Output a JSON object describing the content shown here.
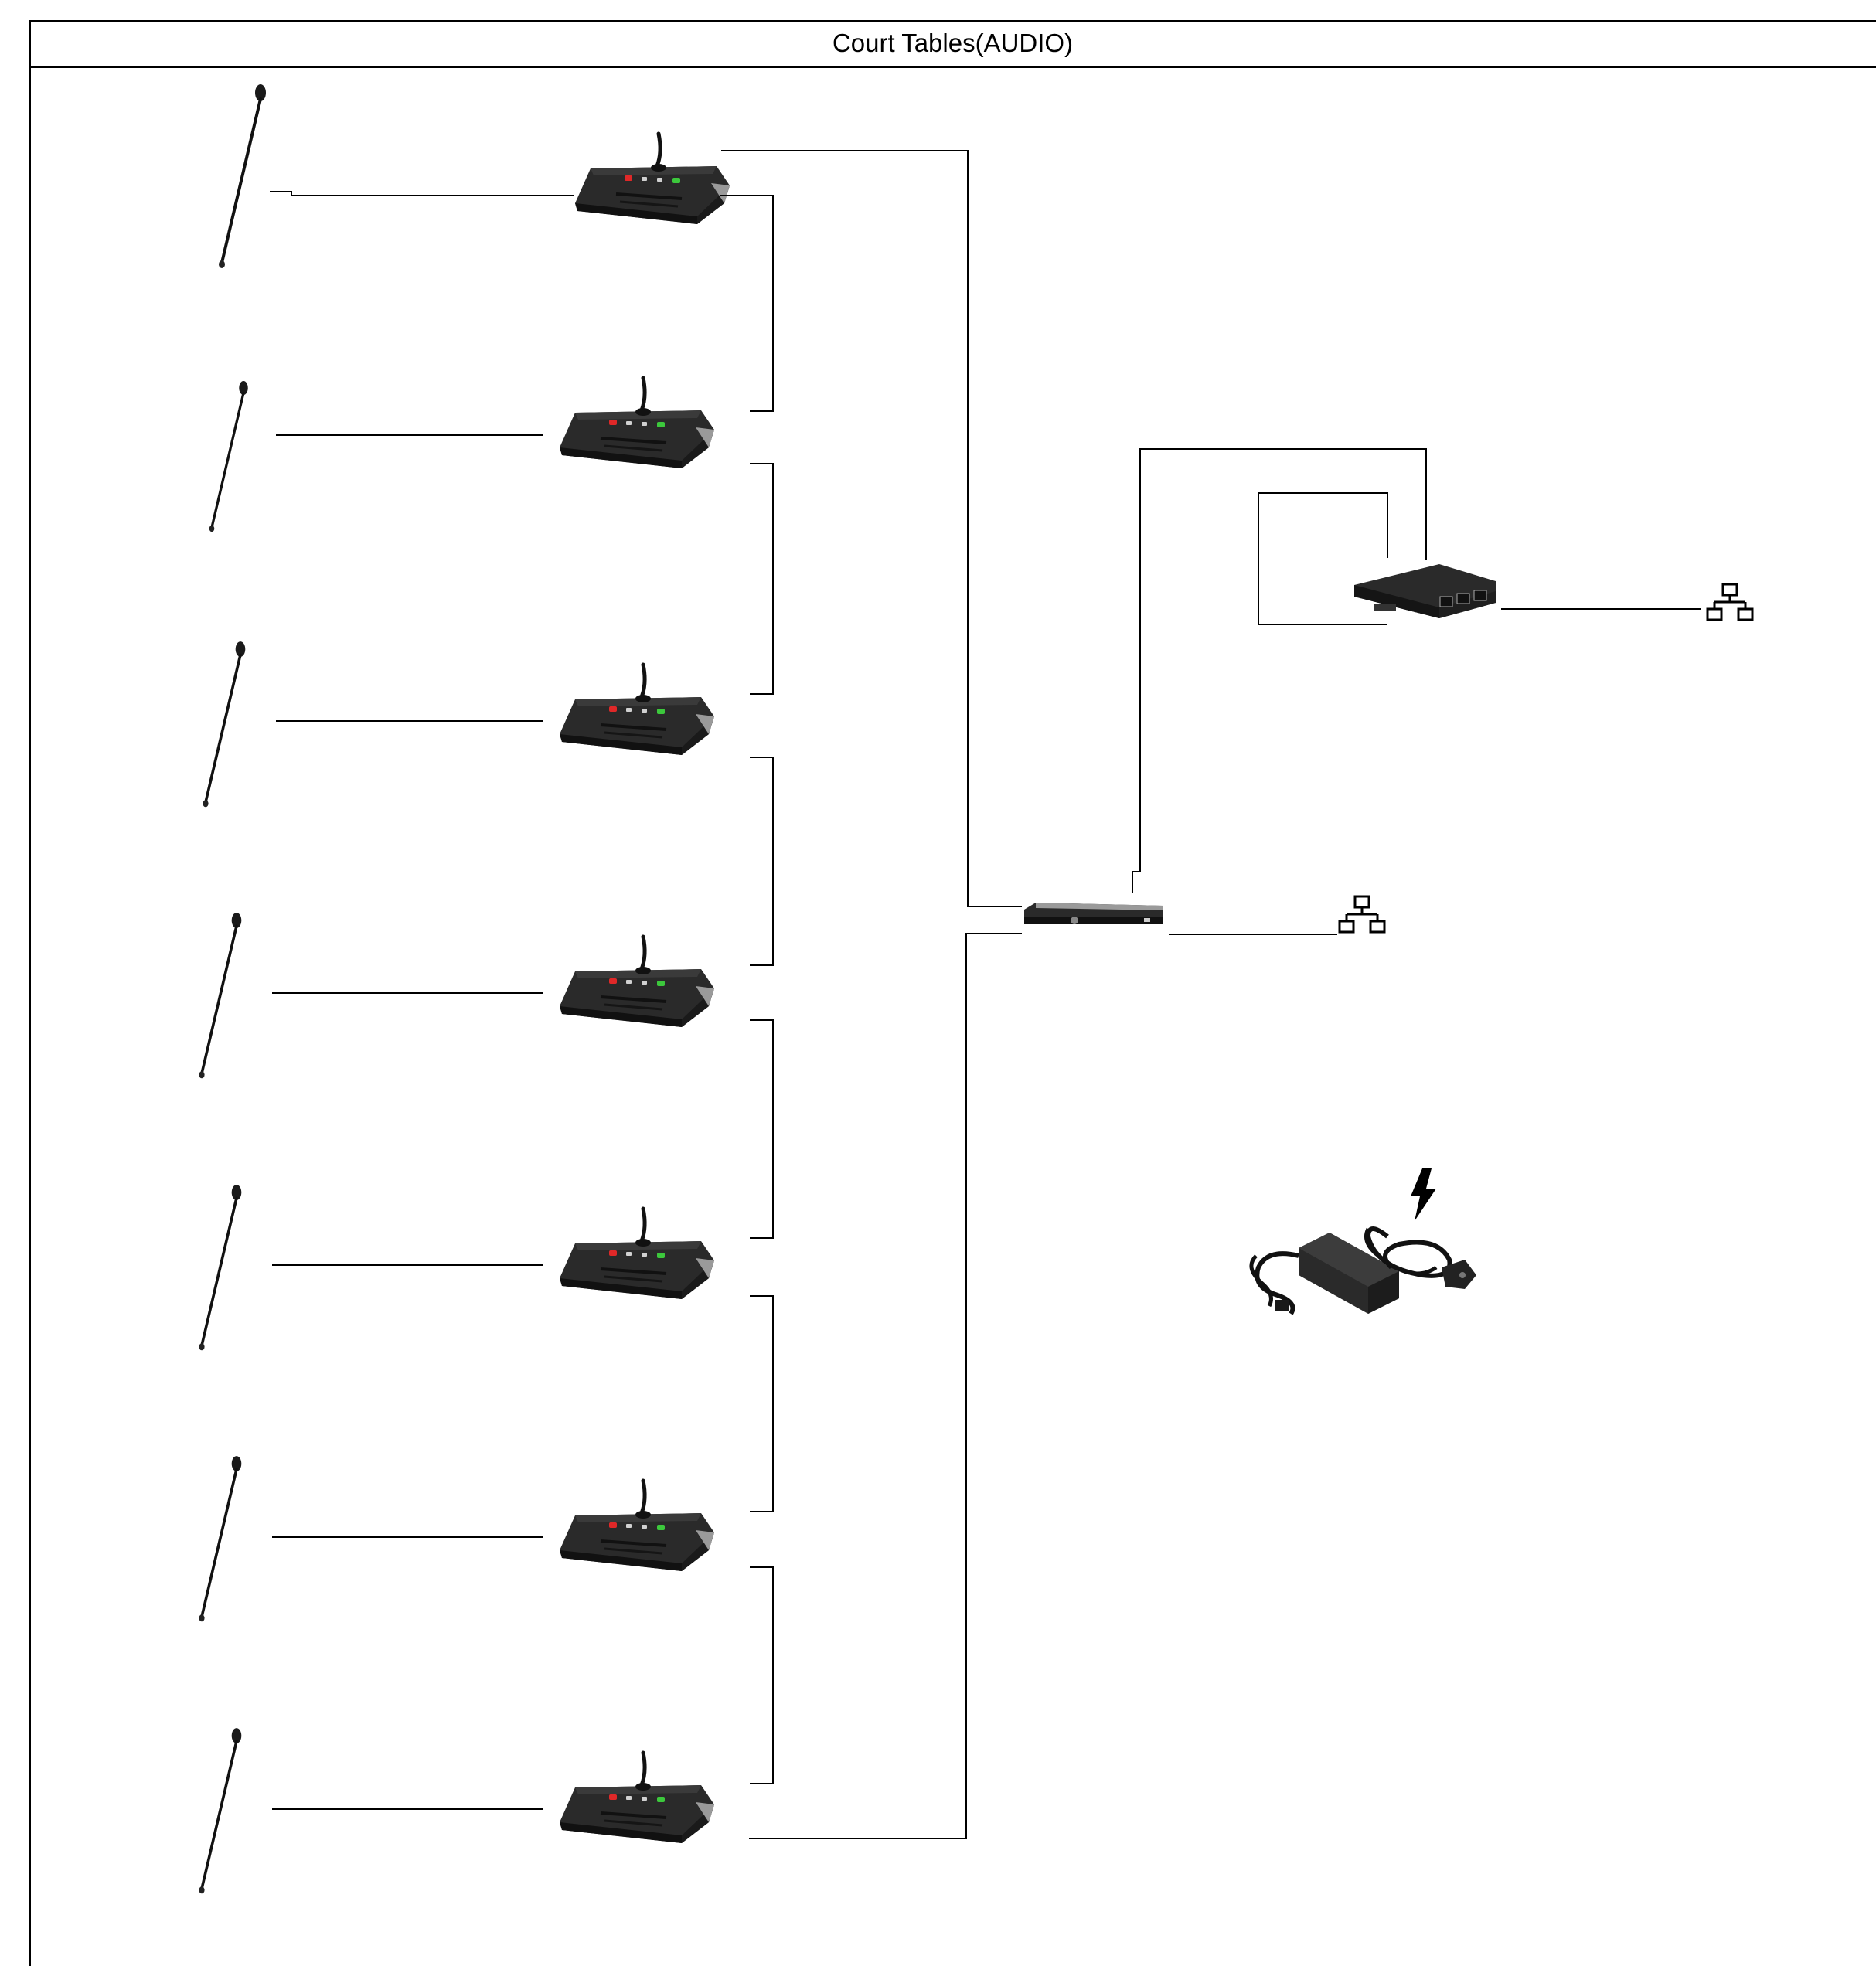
{
  "title": "Court Tables(AUDIO)",
  "devices": {
    "microphones": 7,
    "delegate_units": 7,
    "central_unit": "central-unit",
    "network_switch": "poe-switch",
    "power_supply": "power-adapter"
  },
  "icons": {
    "network": "network-icon",
    "power": "power-bolt-icon"
  },
  "colors": {
    "line": "#000000",
    "unit_body": "#2e2e2e",
    "button_red": "#e02828",
    "button_green": "#3cc83c"
  }
}
